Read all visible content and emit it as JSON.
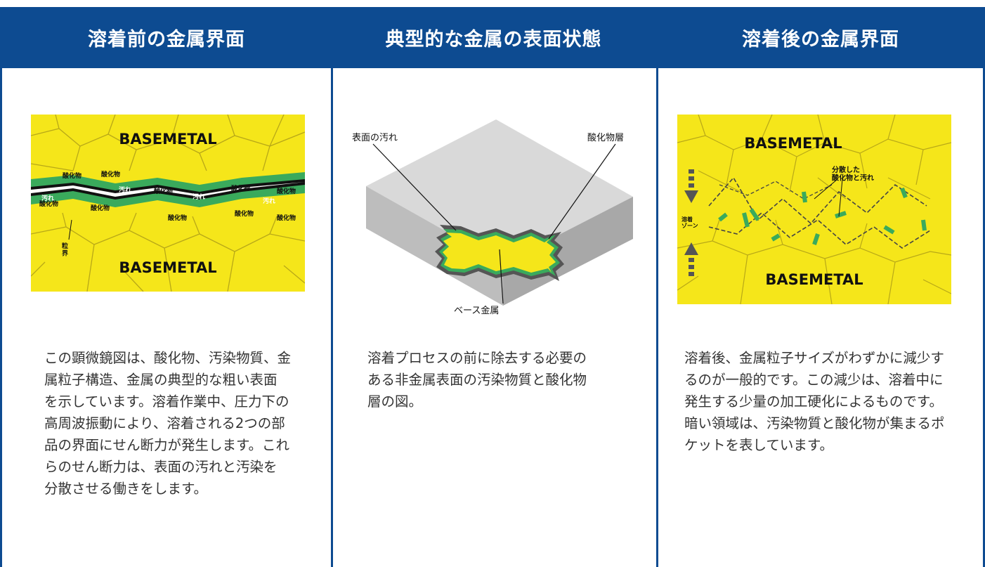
{
  "panels": [
    {
      "title": "溶着前の金属界面",
      "labels": {
        "base_top": "BASEMETAL",
        "base_bottom": "BASEMETAL",
        "oxide": "酸化物",
        "dirt": "汚れ",
        "grain_boundary": "粒\n界"
      },
      "desc": [
        "この顕微鏡図は、酸化物、汚染物質、金",
        "属粒子構造、金属の典型的な粗い表面",
        "を示しています。溶着作業中、圧力下の",
        "高周波振動により、溶着される2つの部",
        "品の界面にせん断力が発生します。これ",
        "らのせん断力は、表面の汚れと汚染を",
        "分散させる働きをします。"
      ]
    },
    {
      "title": "典型的な金属の表面状態",
      "labels": {
        "surface_dirt": "表面の汚れ",
        "oxide_layer": "酸化物層",
        "base_metal": "ベース金属"
      },
      "desc": [
        "溶着プロセスの前に除去する必要の",
        "ある非金属表面の汚染物質と酸化物",
        "層の図。"
      ]
    },
    {
      "title": "溶着後の金属界面",
      "labels": {
        "base_top": "BASEMETAL",
        "base_bottom": "BASEMETAL",
        "dispersed": "分散した\n酸化物と汚れ",
        "weld_zone": "溶着\nゾーン"
      },
      "desc": [
        "溶着後、金属粒子サイズがわずかに減少す",
        "るのが一般的です。この減少は、溶着中に",
        "発生する少量の加工硬化によるものです。",
        "暗い領域は、汚染物質と酸化物が集まるポ",
        "ケットを表しています。"
      ]
    }
  ],
  "colors": {
    "header_bg": "#0d4b91",
    "metal_yellow": "#f5e61a",
    "oxide_green": "#3aaa5c",
    "block_gray": "#d6d6d6"
  }
}
